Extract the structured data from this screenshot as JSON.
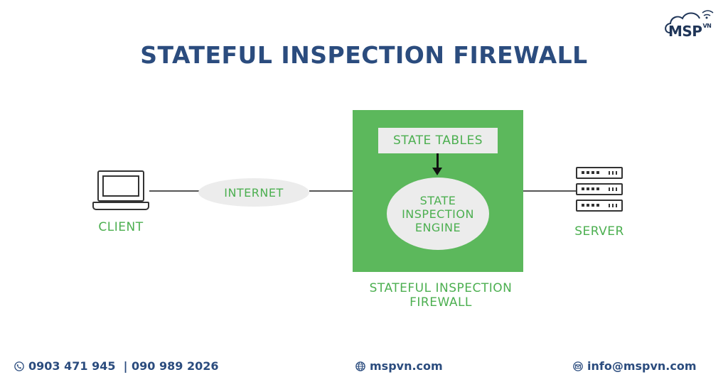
{
  "title": "STATEFUL INSPECTION FIREWALL",
  "logo": {
    "text": "MSP",
    "superscript": "VN"
  },
  "diagram": {
    "client_label": "CLIENT",
    "internet_label": "INTERNET",
    "state_tables_label": "STATE TABLES",
    "engine_label": "STATE\nINSPECTION\nENGINE",
    "firewall_label": "STATEFUL INSPECTION\nFIREWALL",
    "server_label": "SERVER"
  },
  "footer": {
    "phone": "0903 471 945  | 090 989 2026",
    "website": "mspvn.com",
    "email": "info@mspvn.com"
  },
  "colors": {
    "title": "#2B4C7E",
    "firewall_green": "#5CB85C",
    "label_green": "#4CAF50",
    "ellipse_gray": "#ececec"
  },
  "icons": [
    "phone-icon",
    "globe-icon",
    "mail-icon",
    "laptop-icon",
    "server-icon",
    "cloud-icon"
  ]
}
